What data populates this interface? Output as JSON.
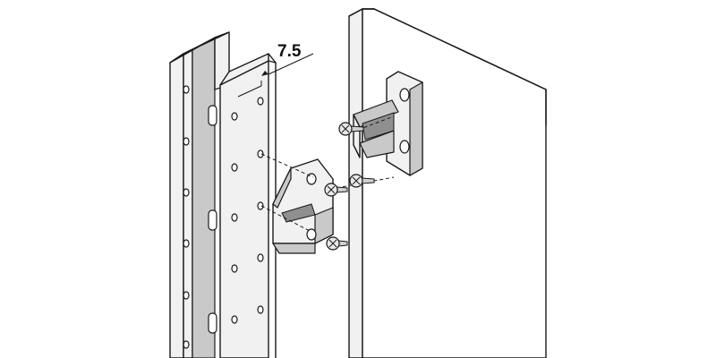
{
  "diagram": {
    "dimension_label": "7.5",
    "colors": {
      "line": "#1a1a1a",
      "part_fill": "#f1f1f1",
      "shade": "#c9c9c9",
      "background": "#ffffff"
    },
    "components": [
      {
        "name": "perforated-upright-profile"
      },
      {
        "name": "upright-clip-bracket"
      },
      {
        "name": "cabinet-side-panel"
      },
      {
        "name": "panel-clip-bracket"
      },
      {
        "name": "countersunk-screw",
        "count": 4
      }
    ]
  }
}
